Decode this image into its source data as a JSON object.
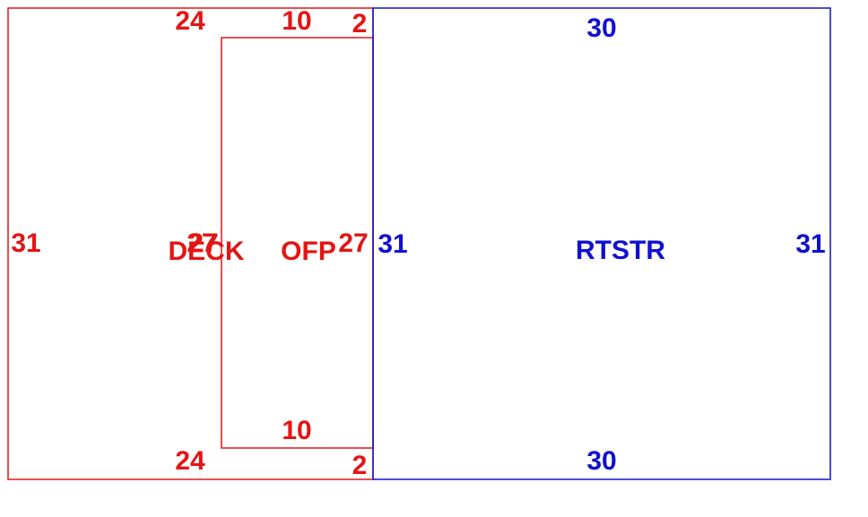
{
  "colors": {
    "red": "#e31515",
    "blue": "#1010d0"
  },
  "diagram": {
    "deck": {
      "name": "DECK",
      "top": "24",
      "bottom": "24",
      "left": "31",
      "right": "27"
    },
    "ofp": {
      "name": "OFP",
      "top": "10",
      "bottom": "10",
      "left": "27",
      "right": "27",
      "top_gap": "2",
      "bottom_gap": "2"
    },
    "rtstr": {
      "name": "RTSTR",
      "top": "30",
      "bottom": "30",
      "left": "31",
      "right": "31"
    }
  }
}
